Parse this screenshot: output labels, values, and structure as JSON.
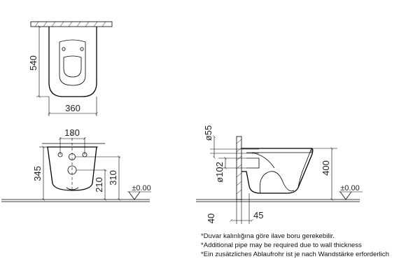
{
  "top_view": {
    "depth": "540",
    "width": "360"
  },
  "front_view": {
    "inlet_spacing": "180",
    "outlet_height": "210",
    "inlet_height": "310",
    "rim_height": "345",
    "floor_level": "±0.00"
  },
  "side_view": {
    "inlet_diameter": "ø55",
    "outlet_diameter": "ø102",
    "height": "400",
    "wall_thickness": "40",
    "outlet_offset": "45",
    "floor_level": "±0.00"
  },
  "notes": [
    "*Duvar kalınlığına göre ilave boru gerekebilir.",
    "*Additional pipe may be required due to wall thickness",
    "*Ein zusätzliches Ablaufrohr ist je nach Wandstärke erforderlich"
  ]
}
